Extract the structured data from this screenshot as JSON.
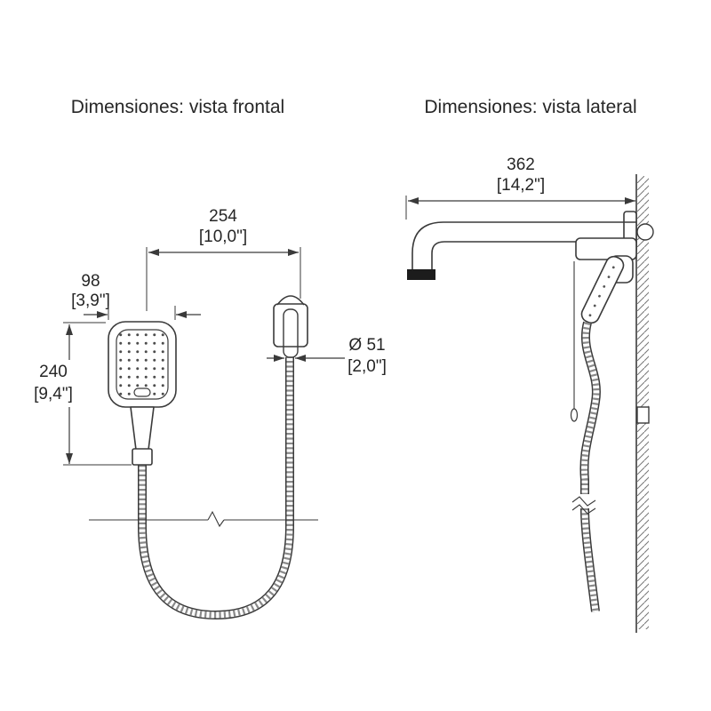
{
  "titles": {
    "front": "Dimensiones: vista frontal",
    "side": "Dimensiones: vista lateral"
  },
  "dimensions": {
    "hose_span": {
      "mm": "254",
      "inch": "[10,0\"]"
    },
    "head_width": {
      "mm": "98",
      "inch": "[3,9\"]"
    },
    "head_height": {
      "mm": "240",
      "inch": "[9,4\"]"
    },
    "hose_diameter": {
      "mm": "Ø 51",
      "inch": "[2,0\"]"
    },
    "arm_length": {
      "mm": "362",
      "inch": "[14,2\"]"
    }
  }
}
